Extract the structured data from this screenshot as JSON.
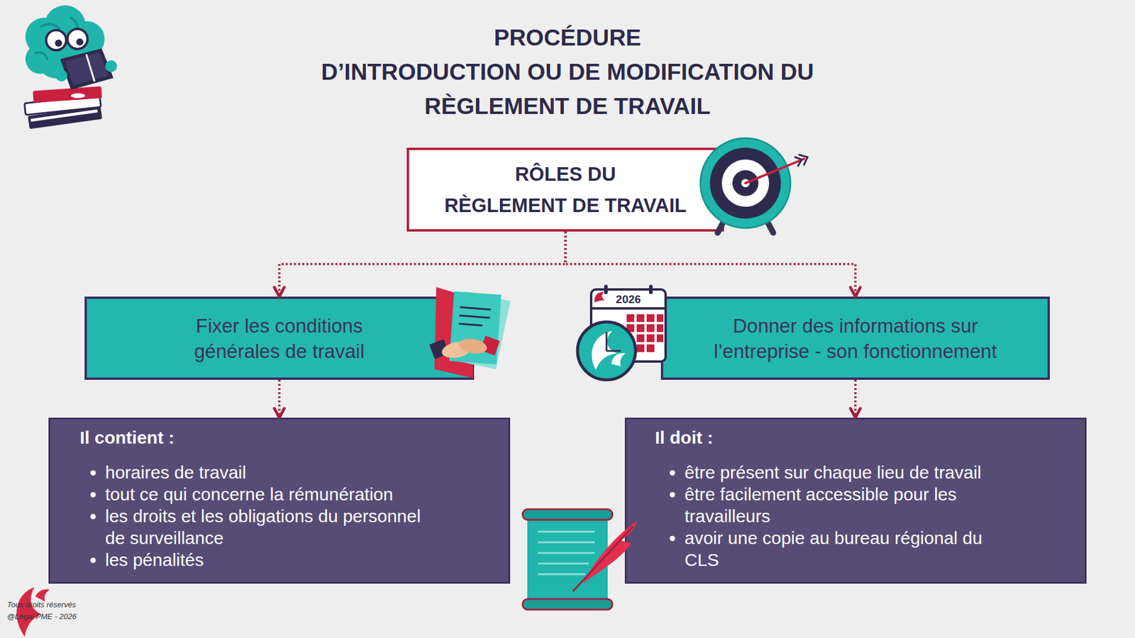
{
  "diagram": {
    "title": "PROCÉDURE D’INTRODUCTION OU DE MODIFICATION DU RÈGLEMENT DE TRAVAIL",
    "nodes": [
      {
        "text": [
          "RÔLES DU RÈGLEMENT DE TRAVAIL"
        ]
      },
      {
        "text": [
          "Fixer les conditions générales de travail"
        ]
      },
      {
        "text": [
          "Donner des informations sur l’entreprise - son fonctionnement"
        ]
      },
      {
        "text": [
          "Il contient :",
          "horaires de travail",
          "tout ce qui concerne la rémunération",
          "les droits et les obligations du personnel de surveillance",
          "les pénalités"
        ]
      },
      {
        "text": [
          "Il doit :",
          "être présent sur chaque lieu de travail",
          "être facilement accessible pour les travailleurs",
          "avoir une copie au bureau régional du CLS"
        ]
      }
    ],
    "edges": [
      {
        "from": 0,
        "to": 1,
        "arrow": "to"
      },
      {
        "from": 0,
        "to": 2,
        "arrow": "to"
      },
      {
        "from": 1,
        "to": 3,
        "arrow": "to"
      },
      {
        "from": 2,
        "to": 4,
        "arrow": "to"
      }
    ],
    "labels": [
      "2026",
      "Tous droits réservés",
      "@Légal PME - 2026"
    ]
  }
}
